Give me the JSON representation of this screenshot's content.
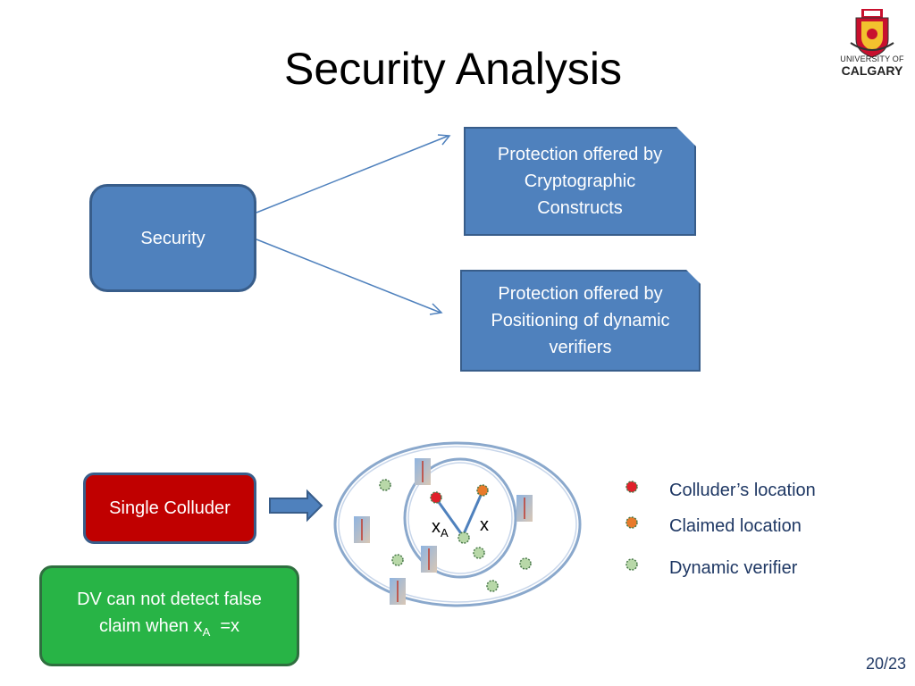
{
  "slide": {
    "title": "Security Analysis",
    "page_number": "20/23",
    "logo": {
      "line1": "UNIVERSITY OF",
      "line2": "CALGARY"
    }
  },
  "boxes": {
    "security": "Security",
    "crypto": [
      "Protection offered by",
      "Cryptographic",
      "Constructs"
    ],
    "positioning": [
      "Protection offered by",
      "Positioning of dynamic",
      "verifiers"
    ],
    "single_colluder": "Single Colluder",
    "dv_note": {
      "line1": "DV can not detect false",
      "line2_prefix": "claim when x",
      "line2_sub": "A",
      "line2_suffix": "=x"
    }
  },
  "diagram": {
    "xa_label": "x",
    "xa_sub": "A",
    "x_label": "x"
  },
  "legend": [
    {
      "label": "Colluder’s location",
      "color": "#e0202a",
      "icon": "colluder-dot-icon"
    },
    {
      "label": "Claimed location",
      "color": "#e87a2a",
      "icon": "claimed-dot-icon"
    },
    {
      "label": "Dynamic verifier",
      "color": "#b8d8a8",
      "icon": "verifier-dot-icon"
    }
  ],
  "colors": {
    "box_blue": "#4f81bd",
    "box_red": "#c00000",
    "box_green": "#28b446",
    "arrow": "#4f81bd"
  }
}
